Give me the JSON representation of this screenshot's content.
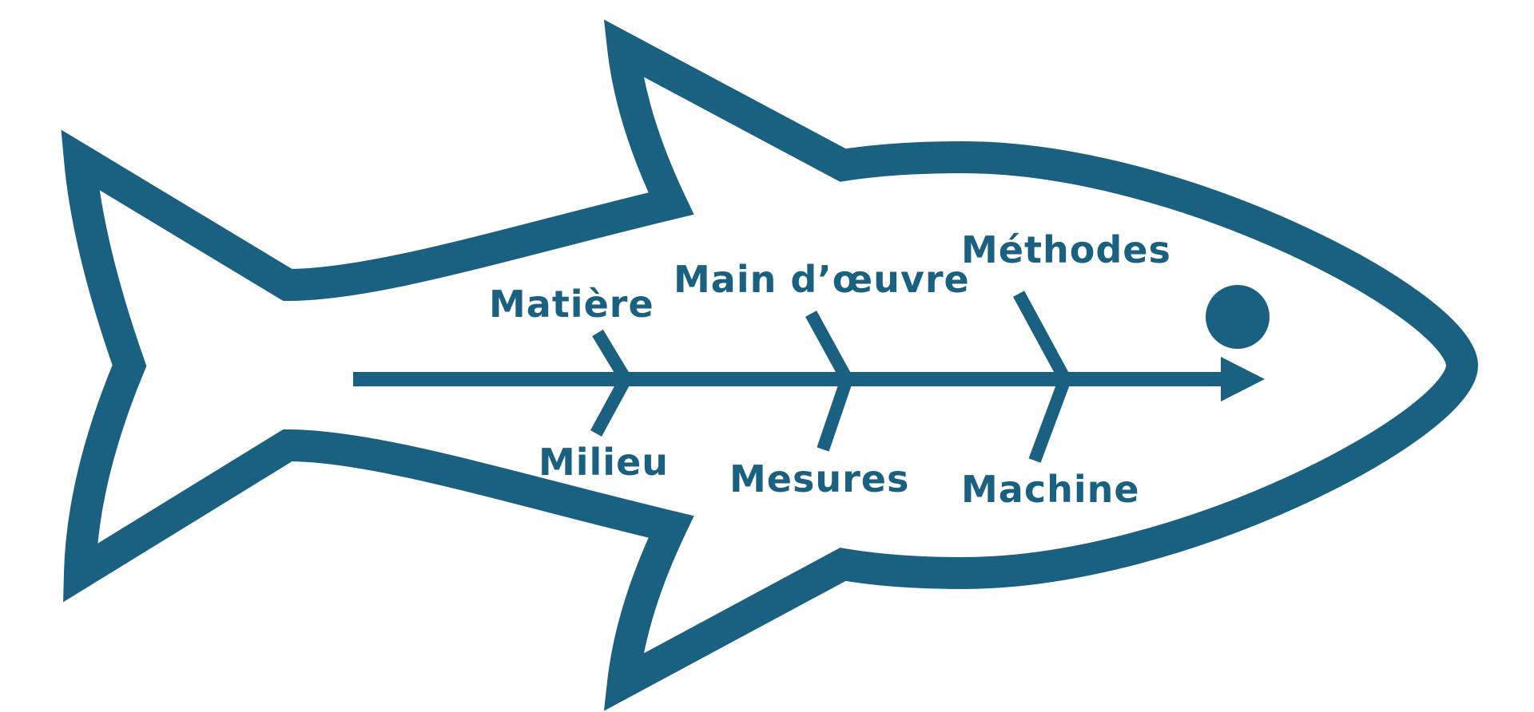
{
  "colors": {
    "primary": "#1a6080",
    "background": "#ffffff"
  },
  "diagram": {
    "type": "ishikawa-fishbone",
    "top_categories": [
      {
        "id": "matiere",
        "label": "Matière"
      },
      {
        "id": "main-doeuvre",
        "label": "Main d’œuvre"
      },
      {
        "id": "methodes",
        "label": "Méthodes"
      }
    ],
    "bottom_categories": [
      {
        "id": "milieu",
        "label": "Milieu"
      },
      {
        "id": "mesures",
        "label": "Mesures"
      },
      {
        "id": "machine",
        "label": "Machine"
      }
    ]
  }
}
